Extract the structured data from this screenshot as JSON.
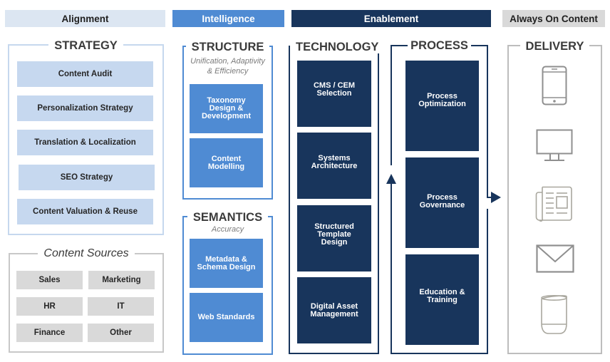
{
  "headers": {
    "alignment": "Alignment",
    "intelligence": "Intelligence",
    "enablement": "Enablement",
    "always_on": "Always On Content"
  },
  "strategy": {
    "title": "STRATEGY",
    "items": [
      "Content Audit",
      "Personalization Strategy",
      "Translation & Localization",
      "SEO Strategy",
      "Content Valuation & Reuse"
    ]
  },
  "content_sources": {
    "title": "Content Sources",
    "items": [
      "Sales",
      "Marketing",
      "HR",
      "IT",
      "Finance",
      "Other"
    ]
  },
  "structure": {
    "title": "STRUCTURE",
    "subtitle_line1": "Unification, Adaptivity",
    "subtitle_line2": "& Efficiency",
    "items": [
      {
        "line1": "Taxonomy",
        "line2": "Design &",
        "line3": "Development"
      },
      {
        "line1": "Content",
        "line2": "Modelling",
        "line3": ""
      }
    ]
  },
  "semantics": {
    "title": "SEMANTICS",
    "subtitle": "Accuracy",
    "items": [
      {
        "line1": "Metadata &",
        "line2": "Schema Design"
      },
      {
        "line1": "Web Standards",
        "line2": ""
      }
    ]
  },
  "technology": {
    "title": "TECHNOLOGY",
    "items": [
      {
        "line1": "CMS / CEM",
        "line2": "Selection",
        "line3": ""
      },
      {
        "line1": "Systems",
        "line2": "Architecture",
        "line3": ""
      },
      {
        "line1": "Structured",
        "line2": "Template",
        "line3": "Design"
      },
      {
        "line1": "Digital Asset",
        "line2": "Management",
        "line3": ""
      }
    ]
  },
  "process": {
    "title": "PROCESS",
    "items": [
      {
        "line1": "Process",
        "line2": "Optimization"
      },
      {
        "line1": "Process",
        "line2": "Governance"
      },
      {
        "line1": "Education &",
        "line2": "Training"
      }
    ]
  },
  "delivery": {
    "title": "DELIVERY",
    "icons": [
      "mobile-phone-icon",
      "desktop-monitor-icon",
      "newspaper-icon",
      "email-envelope-icon",
      "smart-speaker-icon"
    ]
  },
  "colors": {
    "alignment": "#dce6f2",
    "intelligence": "#4f8bd3",
    "enablement": "#18355c",
    "always_on": "#d9d9d9",
    "icon_stroke": "#8f8f8a"
  }
}
